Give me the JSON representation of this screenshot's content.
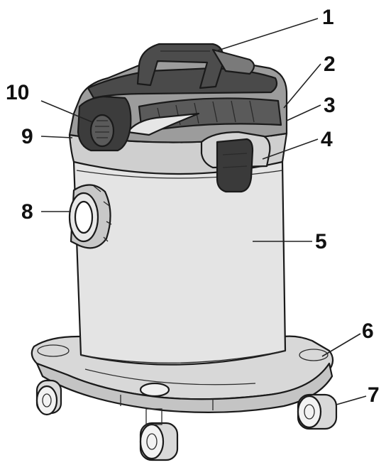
{
  "figure": {
    "colors": {
      "outline": "#1a1a1a",
      "body_fill": "#e2e2e2",
      "dark_fill": "#3a3a3a",
      "mid_fill": "#b9b9b9",
      "light_fill": "#f2f2f2"
    },
    "callouts": [
      {
        "number": "1",
        "part": "carry handle"
      },
      {
        "number": "2",
        "part": "motor head rim"
      },
      {
        "number": "3",
        "part": "motor head cover"
      },
      {
        "number": "4",
        "part": "latch clip"
      },
      {
        "number": "5",
        "part": "container tank"
      },
      {
        "number": "6",
        "part": "caster base"
      },
      {
        "number": "7",
        "part": "caster wheel"
      },
      {
        "number": "8",
        "part": "hose inlet port"
      },
      {
        "number": "9",
        "part": "motor head edge"
      },
      {
        "number": "10",
        "part": "power switch panel"
      }
    ]
  }
}
